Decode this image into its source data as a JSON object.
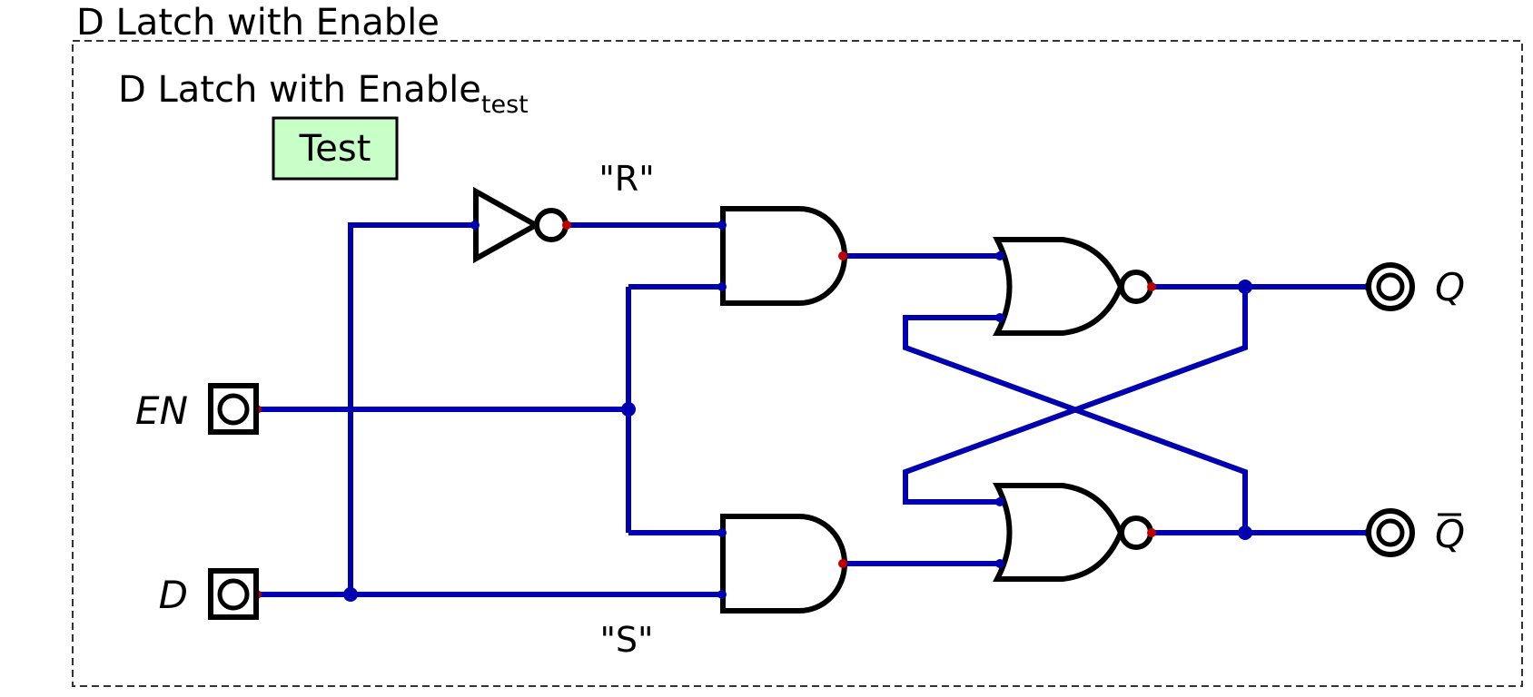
{
  "diagram": {
    "outer_title": "D Latch with Enable",
    "inner_title_main": "D Latch with Enable",
    "inner_title_sub": "test",
    "test_button_label": "Test",
    "r_label": "\"R\"",
    "s_label": "\"S\"",
    "inputs": {
      "en": "EN",
      "d": "D"
    },
    "outputs": {
      "q": "Q",
      "qbar": "Q"
    }
  },
  "colors": {
    "wire": "#0000b0",
    "pin": "#c00000",
    "button_fill": "#c8ffc8",
    "frame": "#333333"
  }
}
